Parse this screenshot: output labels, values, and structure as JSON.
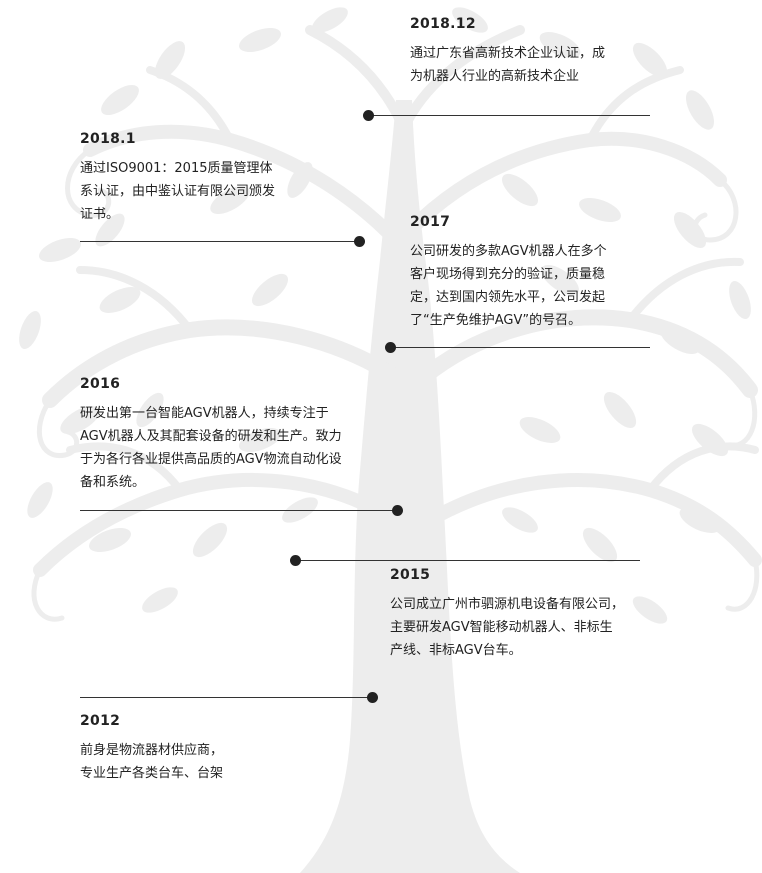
{
  "timeline": {
    "colors": {
      "text": "#222222",
      "line": "#333333",
      "dot": "#222222",
      "tree": "#ececec"
    },
    "entries": [
      {
        "year": "2018.12",
        "text": "通过广东省高新技术企业认证，成\n为机器人行业的高新技术企业"
      },
      {
        "year": "2018.1",
        "text": "通过ISO9001：2015质量管理体\n系认证，由中鉴认证有限公司颁发\n证书。"
      },
      {
        "year": "2017",
        "text": "公司研发的多款AGV机器人在多个\n客户现场得到充分的验证，质量稳\n定，达到国内领先水平，公司发起\n了“生产免维护AGV”的号召。"
      },
      {
        "year": "2016",
        "text": "研发出第一台智能AGV机器人，持续专注于\nAGV机器人及其配套设备的研发和生产。致力\n于为各行各业提供高品质的AGV物流自动化设\n备和系统。"
      },
      {
        "year": "2015",
        "text": "公司成立广州市驷源机电设备有限公司，\n主要研发AGV智能移动机器人、非标生\n产线、非标AGV台车。"
      },
      {
        "year": "2012",
        "text": "前身是物流器材供应商，\n专业生产各类台车、台架"
      }
    ]
  }
}
